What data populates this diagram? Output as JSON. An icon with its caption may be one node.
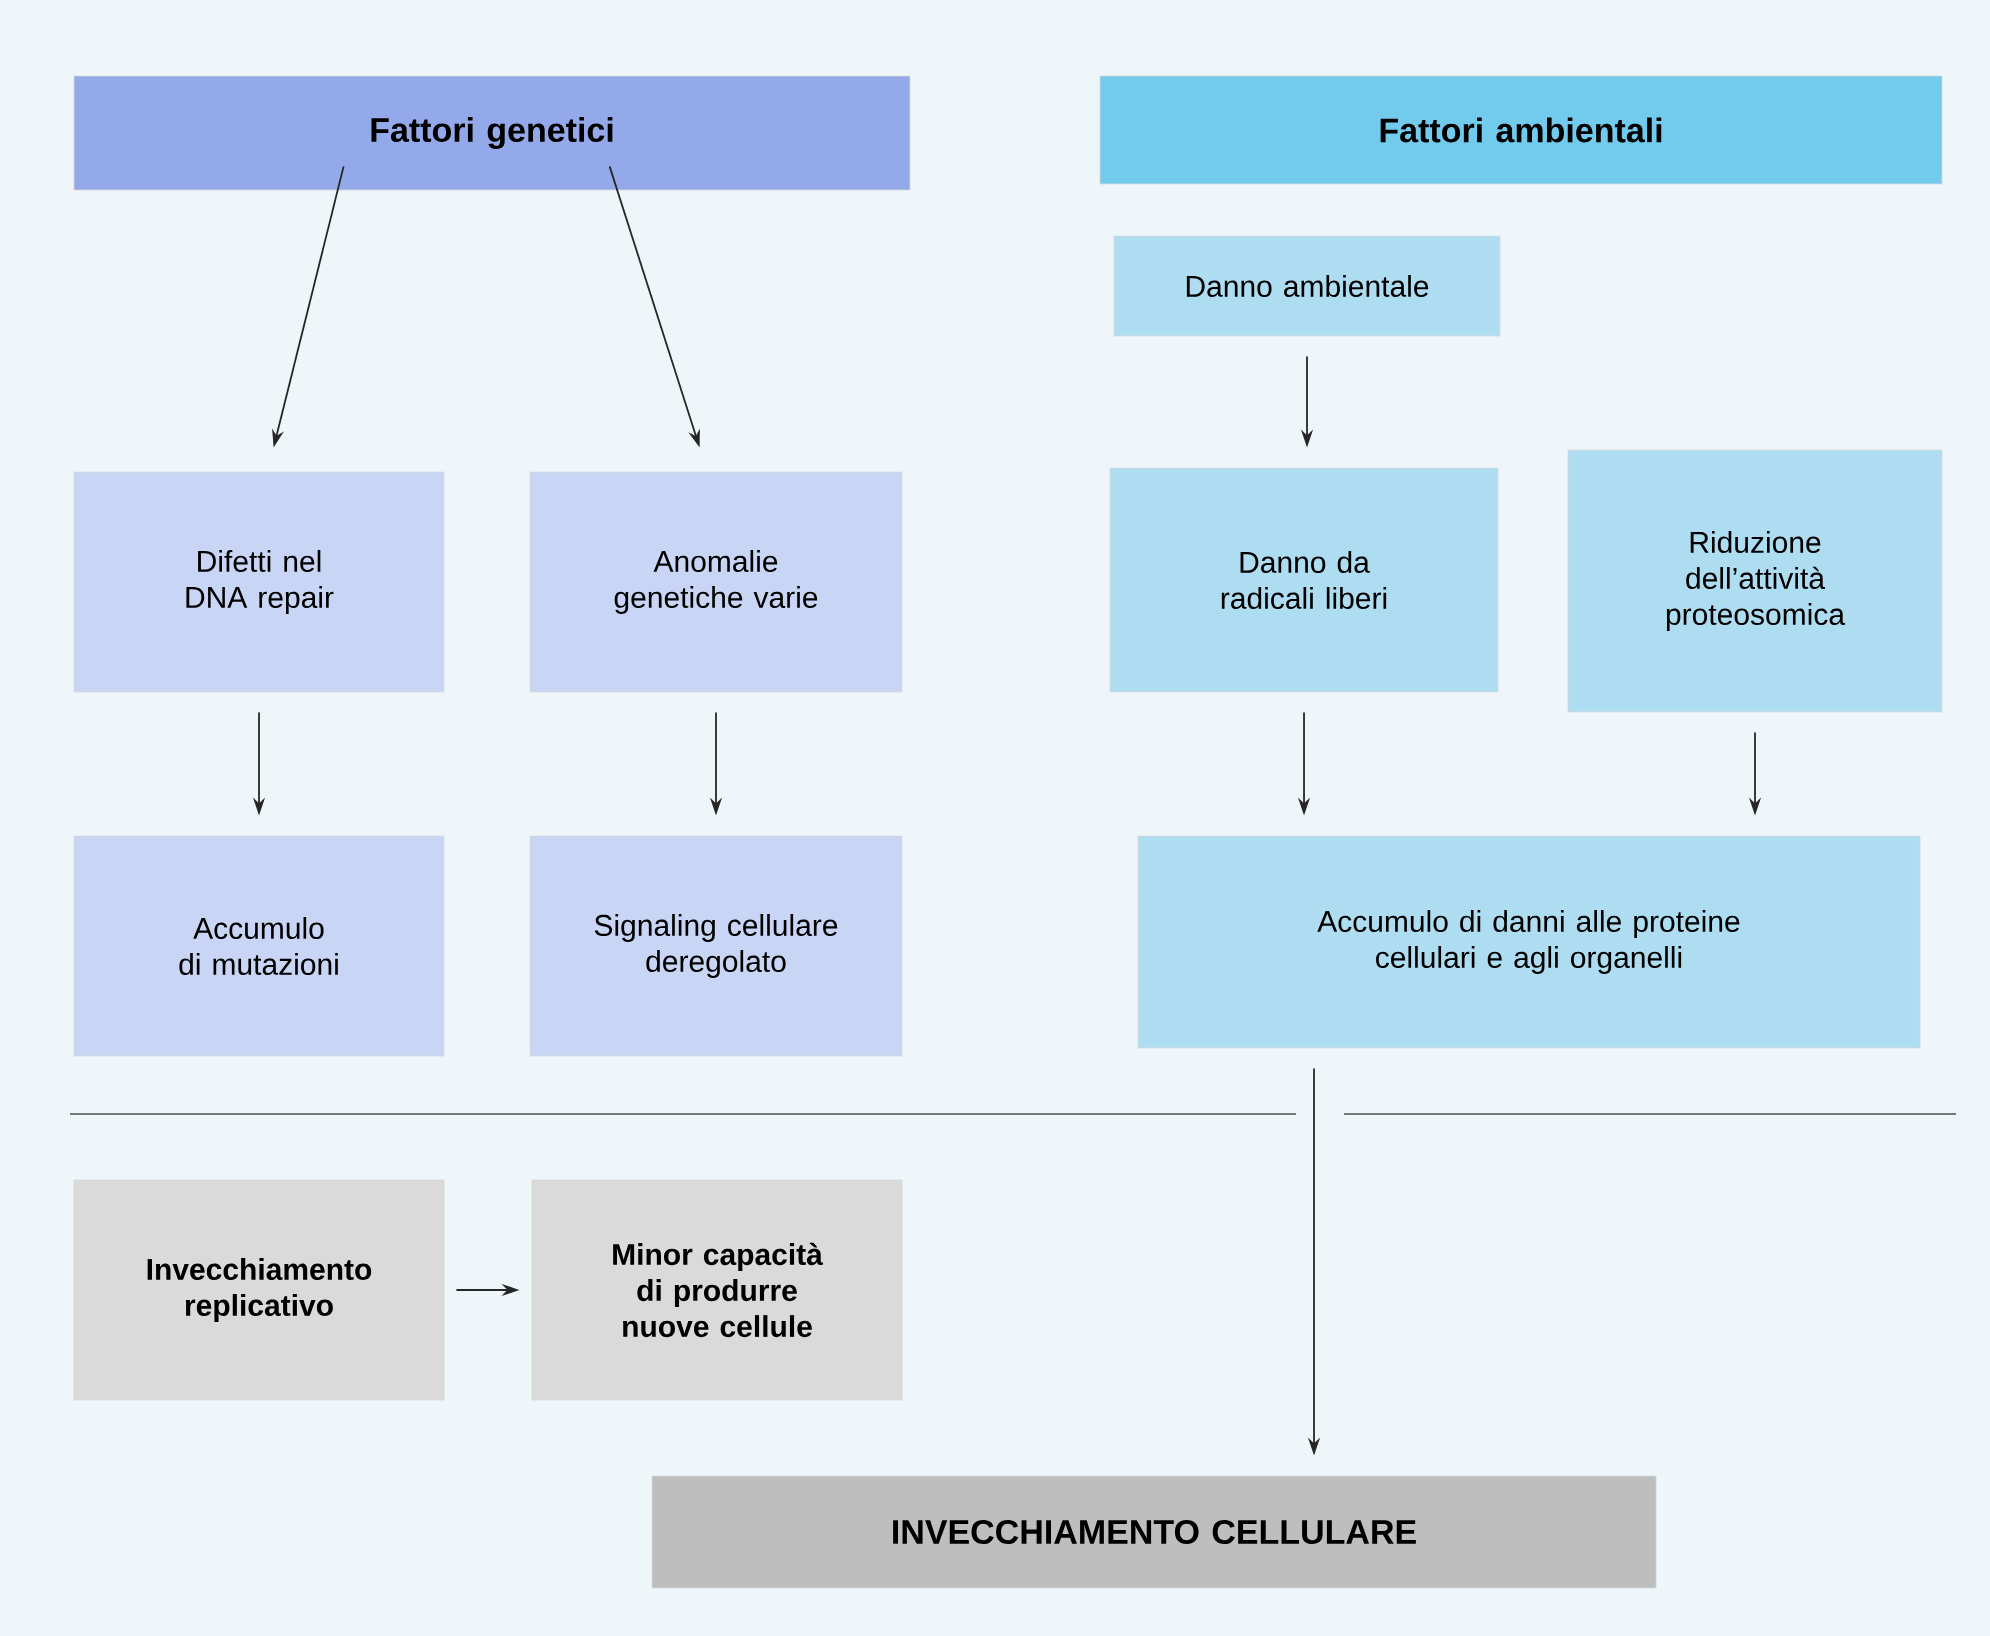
{
  "diagram": {
    "nodes": [
      {
        "text": [
          "Fattori genetici"
        ]
      },
      {
        "text": [
          "Fattori ambientali"
        ]
      },
      {
        "text": [
          "Danno ambientale"
        ]
      },
      {
        "text": [
          "Difetti nel DNA repair"
        ]
      },
      {
        "text": [
          "Anomalie genetiche varie"
        ]
      },
      {
        "text": [
          "Danno da radicali liberi"
        ]
      },
      {
        "text": [
          "Riduzione dell’attività proteosomica"
        ]
      },
      {
        "text": [
          "Accumulo di mutazioni"
        ]
      },
      {
        "text": [
          "Signaling cellulare deregolato"
        ]
      },
      {
        "text": [
          "Accumulo di danni alle proteine cellulari e agli organelli"
        ]
      },
      {
        "text": [
          "Invecchiamento replicativo"
        ]
      },
      {
        "text": [
          "Minor capacità di produrre nuove cellule"
        ]
      },
      {
        "text": [
          "INVECCHIAMENTO CELLULARE"
        ]
      }
    ],
    "edges": [
      {
        "from": 0,
        "to": 3,
        "arrow": "to"
      },
      {
        "from": 0,
        "to": 4,
        "arrow": "to"
      },
      {
        "from": 2,
        "to": 5,
        "arrow": "to"
      },
      {
        "from": 3,
        "to": 7,
        "arrow": "to"
      },
      {
        "from": 4,
        "to": 8,
        "arrow": "to"
      },
      {
        "from": 5,
        "to": 9,
        "arrow": "to"
      },
      {
        "from": 6,
        "to": 9,
        "arrow": "to"
      },
      {
        "from": 10,
        "to": 11,
        "arrow": "to"
      },
      {
        "from": 9,
        "to": 12,
        "arrow": "to"
      }
    ]
  }
}
